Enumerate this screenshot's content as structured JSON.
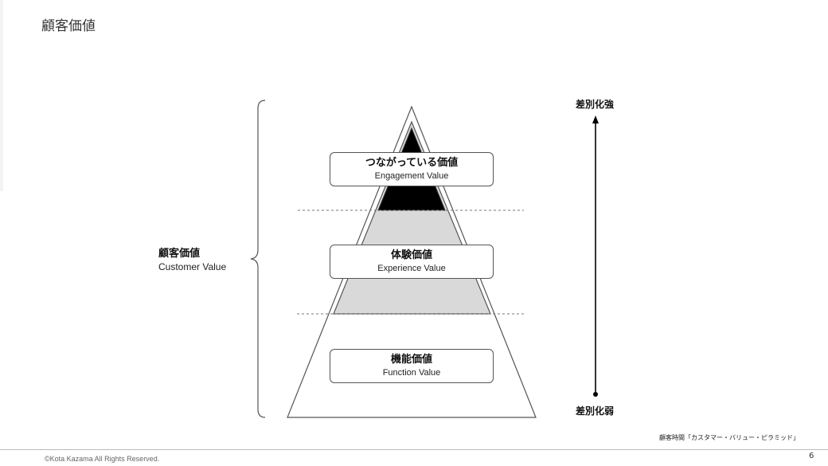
{
  "slide": {
    "title": "顧客価値",
    "page_number": "6",
    "copyright": "©Kota Kazama All Rights Reserved.",
    "source_note": "顧客時間「カスタマー・バリュー・ピラミッド」"
  },
  "pyramid": {
    "levels": [
      {
        "jp": "つながっている価値",
        "en": "Engagement Value",
        "fill": "#000000"
      },
      {
        "jp": "体験価値",
        "en": "Experience Value",
        "fill": "#d9d9d9"
      },
      {
        "jp": "機能価値",
        "en": "Function Value",
        "fill": "#ffffff"
      }
    ]
  },
  "customer_value": {
    "jp": "顧客価値",
    "en": "Customer Value"
  },
  "axis": {
    "top_label": "差別化強",
    "bottom_label": "差別化弱"
  },
  "colors": {
    "outline": "#555555",
    "dashed": "#777777",
    "arrow": "#000000"
  }
}
